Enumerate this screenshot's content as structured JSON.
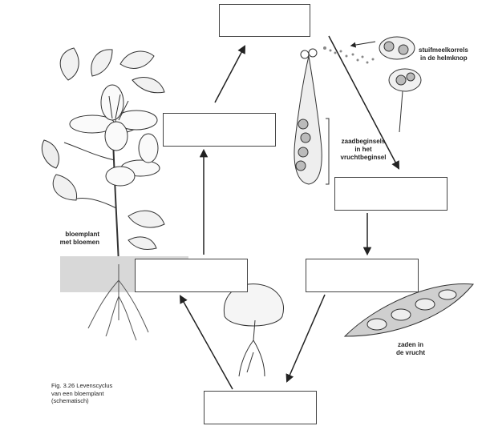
{
  "labels": {
    "pollen_line1": "stuifmeelkorrels",
    "pollen_line2": "in de helmknop",
    "ovules_line1": "zaadbeginsels",
    "ovules_line2": "in het",
    "ovules_line3": "vruchtbeginsel",
    "plant_line1": "bloemplant",
    "plant_line2": "met bloemen",
    "seeds_line1": "zaden in",
    "seeds_line2": "de vrucht"
  },
  "caption": {
    "line1": "Fig. 3.26 Levenscyclus",
    "line2": "van een bloemplant",
    "line3": "(schematisch)"
  },
  "answer_boxes": [
    "",
    "",
    "",
    "",
    "",
    "",
    ""
  ]
}
